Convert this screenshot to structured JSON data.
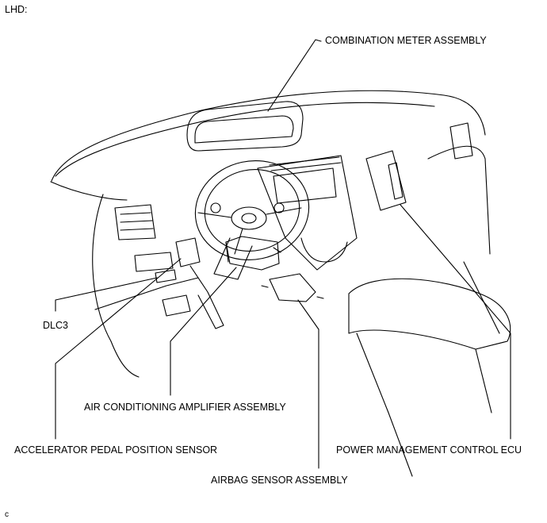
{
  "header": {
    "variant": "LHD:"
  },
  "labels": {
    "combination_meter": "COMBINATION METER ASSEMBLY",
    "dlc3": "DLC3",
    "air_conditioning_amplifier": "AIR CONDITIONING AMPLIFIER ASSEMBLY",
    "accelerator_pedal_sensor": "ACCELERATOR PEDAL POSITION SENSOR",
    "power_management_ecu": "POWER MANAGEMENT CONTROL ECU",
    "airbag_sensor": "AIRBAG SENSOR ASSEMBLY"
  },
  "footer": {
    "code": "c"
  },
  "colors": {
    "line": "#000000",
    "background": "#ffffff"
  }
}
